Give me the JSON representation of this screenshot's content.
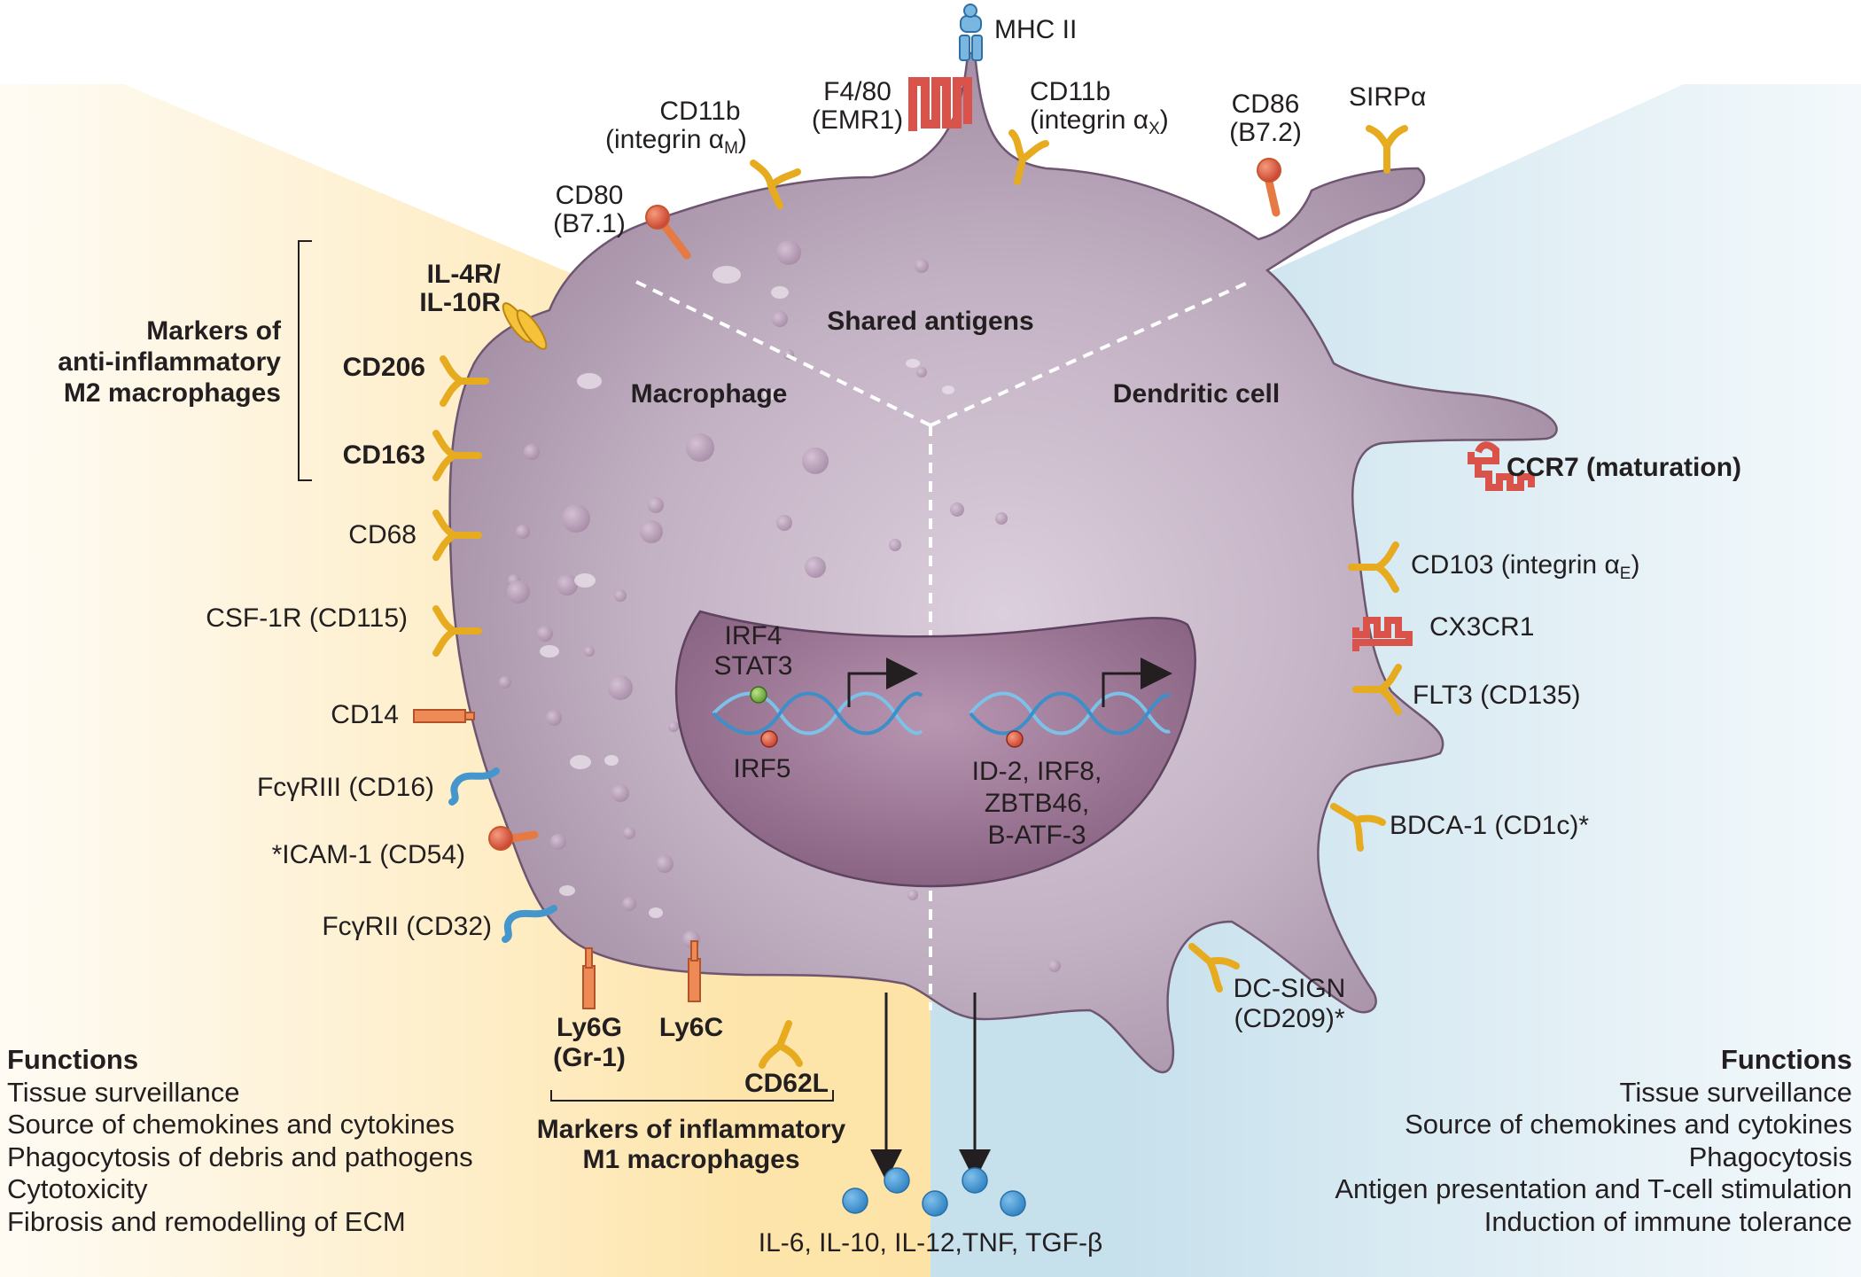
{
  "regions": {
    "shared": "Shared antigens",
    "macrophage": "Macrophage",
    "dendritic": "Dendritic cell"
  },
  "top_markers": {
    "mhc2": "MHC II",
    "f480_line1": "F4/80",
    "f480_line2": "(EMR1)",
    "cd11b_m_line1": "CD11b",
    "cd11b_m_line2": "(integrin α",
    "cd11b_m_sub": "M",
    "cd11b_x_line1": "CD11b",
    "cd11b_x_line2": "(integrin α",
    "cd11b_x_sub": "X",
    "cd80_line1": "CD80",
    "cd80_line2": "(B7.1)",
    "cd86_line1": "CD86",
    "cd86_line2": "(B7.2)",
    "sirpa": "SIRPα"
  },
  "left_markers": {
    "il4r_line1": "IL-4R/",
    "il4r_line2": "IL-10R",
    "cd206": "CD206",
    "cd163": "CD163",
    "cd68": "CD68",
    "csf1r": "CSF-1R (CD115)",
    "cd14": "CD14",
    "fcgr3": "FcγRIII (CD16)",
    "icam1": "*ICAM-1 (CD54)",
    "fcgr2": "FcγRII (CD32)",
    "m2_line1": "Markers of",
    "m2_line2": "anti-inflammatory",
    "m2_line3": "M2 macrophages"
  },
  "bottom_markers": {
    "ly6g_line1": "Ly6G",
    "ly6g_line2": "(Gr-1)",
    "ly6c": "Ly6C",
    "cd62l": "CD62L",
    "m1_line1": "Markers of inflammatory",
    "m1_line2": "M1 macrophages",
    "cytokines": "IL-6, IL-10, IL-12,TNF, TGF-β"
  },
  "right_markers": {
    "ccr7": "CCR7 (maturation)",
    "cd103": "CD103 (integrin α",
    "cd103_sub": "E",
    "cx3cr1": "CX3CR1",
    "flt3": "FLT3 (CD135)",
    "bdca1": "BDCA-1 (CD1c)*",
    "dcsign_line1": "DC-SIGN",
    "dcsign_line2": "(CD209)*"
  },
  "nucleus": {
    "left_tf_1": "IRF4",
    "left_tf_2": "STAT3",
    "left_tf_3": "IRF5",
    "right_tf_1": "ID-2, IRF8,",
    "right_tf_2": "ZBTB46,",
    "right_tf_3": "B-ATF-3"
  },
  "functions_left": {
    "heading": "Functions",
    "items": [
      "Tissue surveillance",
      "Source of chemokines and cytokines",
      "Phagocytosis of debris and pathogens",
      "Cytotoxicity",
      "Fibrosis and remodelling of ECM"
    ]
  },
  "functions_right": {
    "heading": "Functions",
    "items": [
      "Tissue surveillance",
      "Source of chemokines and cytokines",
      "Phagocytosis",
      "Antigen presentation and T-cell stimulation",
      "Induction of immune tolerance"
    ]
  },
  "colors": {
    "cell": "#ad9aae",
    "nucleus": "#8c6b88",
    "macrophage_bg": "#fde7b4",
    "dc_bg": "#cde4ee",
    "receptor_yellow": "#f5c23a",
    "receptor_orange": "#ee8a55",
    "receptor_red": "#d9534a",
    "receptor_blue": "#5ba7d6",
    "cytokine_blue": "#3f97d4"
  }
}
